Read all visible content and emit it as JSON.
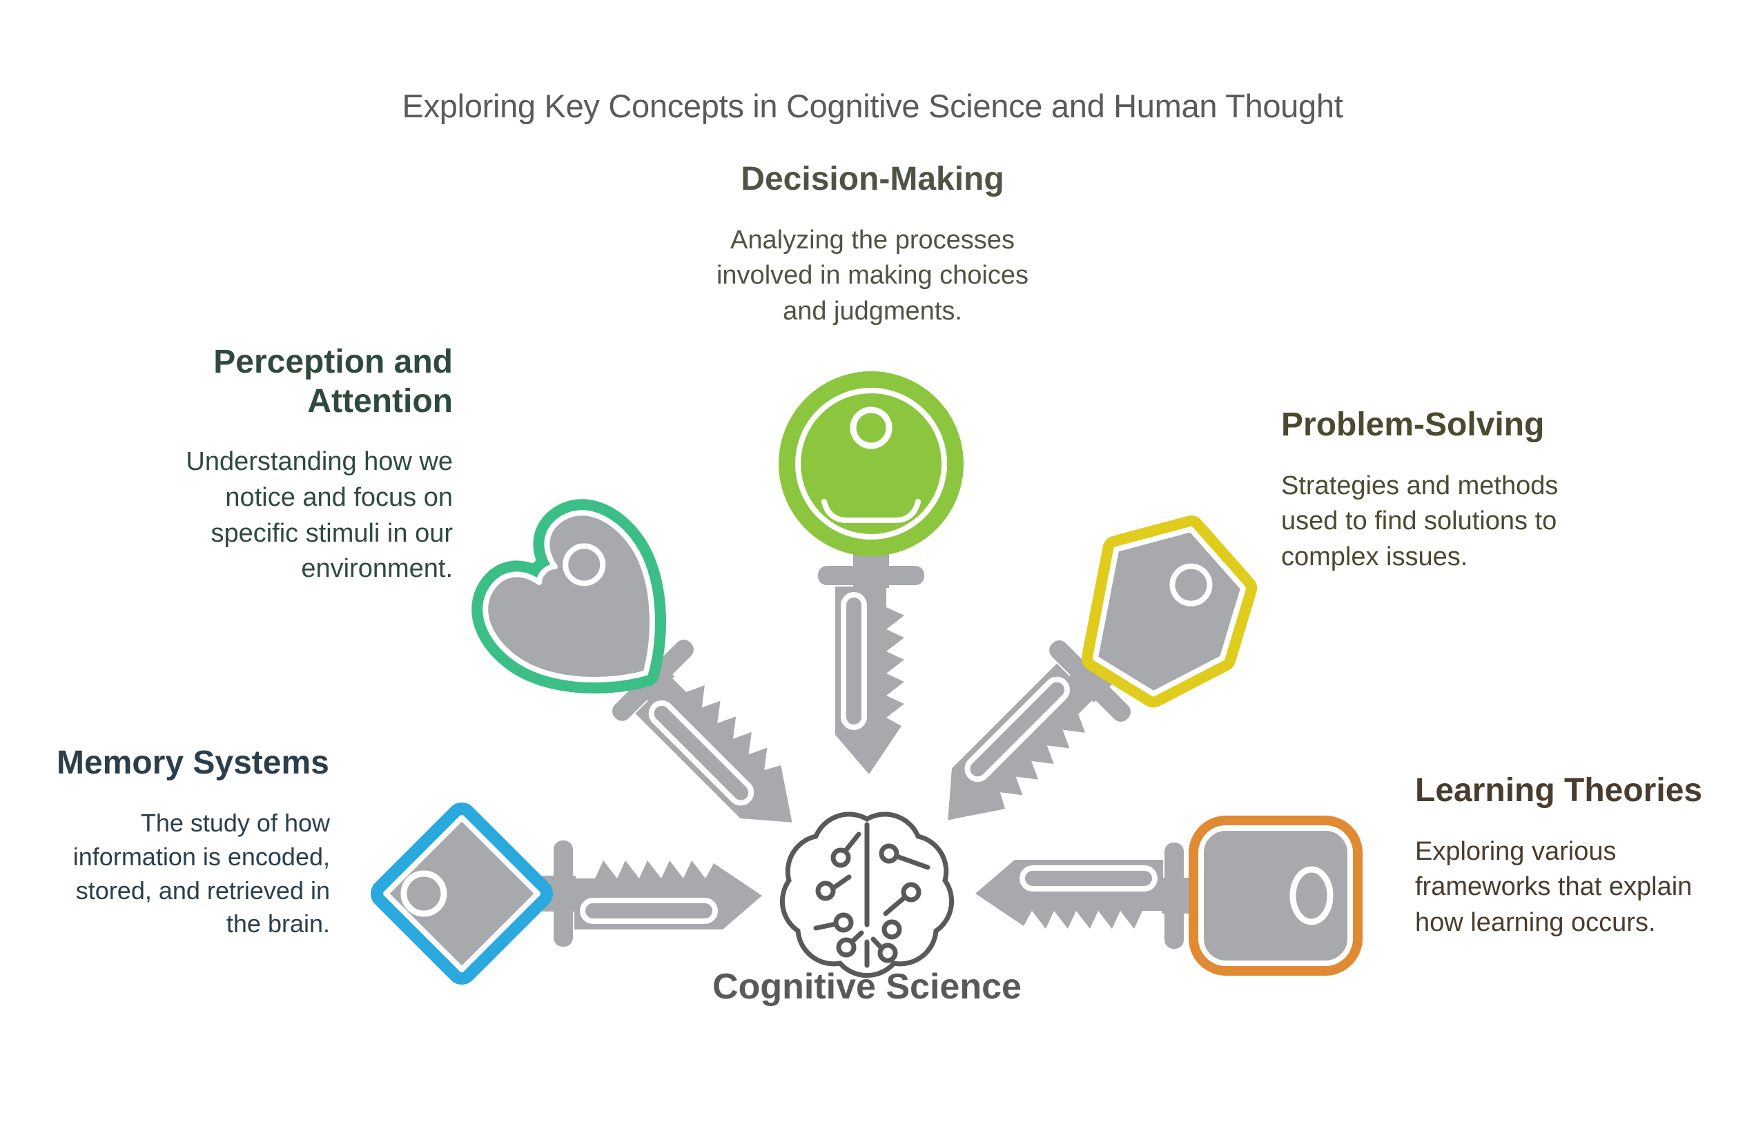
{
  "title": "Exploring Key Concepts in Cognitive Science and Human Thought",
  "center": {
    "label": "Cognitive Science",
    "icon": "brain-circuit-icon",
    "text_color": "#58595b"
  },
  "colors": {
    "background": "#ffffff",
    "title_text": "#595a5c",
    "key_gray": "#a7a9ac",
    "icon_gray": "#58595b",
    "detail_white": "#ffffff"
  },
  "concepts": [
    {
      "id": "decision-making",
      "title": "Decision-Making",
      "description": "Analyzing the processes involved in making choices and judgments.",
      "accent": "#8cc63f",
      "text_color": "#4e5443",
      "icon": "key-icon"
    },
    {
      "id": "perception-and-attention",
      "title": "Perception and Attention",
      "description": "Understanding how we notice and focus on specific stimuli in our environment.",
      "accent": "#3cbe87",
      "text_color": "#2e4a3d",
      "icon": "key-icon"
    },
    {
      "id": "problem-solving",
      "title": "Problem-Solving",
      "description": "Strategies and methods used to find solutions to complex issues.",
      "accent": "#e0cc1c",
      "text_color": "#4b4a31",
      "icon": "key-icon"
    },
    {
      "id": "memory-systems",
      "title": "Memory Systems",
      "description": "The study of how information is encoded, stored, and retrieved in the brain.",
      "accent": "#29a9de",
      "text_color": "#2b3e4b",
      "icon": "key-icon"
    },
    {
      "id": "learning-theories",
      "title": "Learning Theories",
      "description": "Exploring various frameworks that explain how learning occurs.",
      "accent": "#e08a33",
      "text_color": "#4a3c2d",
      "icon": "key-icon"
    }
  ]
}
